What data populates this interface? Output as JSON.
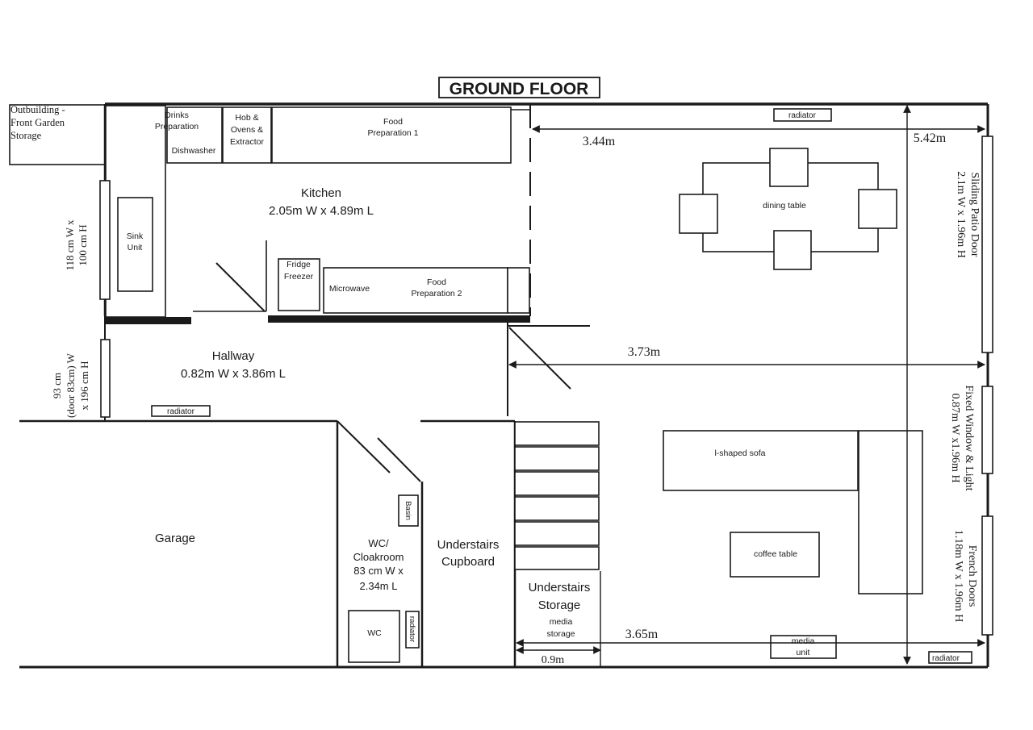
{
  "title": "GROUND FLOOR",
  "rooms": {
    "outbuilding": [
      "Outbuilding -",
      "Front Garden",
      "Storage"
    ],
    "kitchen": {
      "name": "Kitchen",
      "size": "2.05m W x 4.89m L"
    },
    "hallway": {
      "name": "Hallway",
      "size": "0.82m W x 3.86m L"
    },
    "garage": "Garage",
    "wc": [
      "WC/",
      "Cloakroom",
      "83 cm W x",
      "2.34m L"
    ],
    "understairs_cupboard": [
      "Understairs",
      "Cupboard"
    ],
    "understairs_storage": [
      "Understairs",
      "Storage"
    ]
  },
  "fixtures": {
    "drinks_preparation": [
      "Drinks",
      "Preparation"
    ],
    "dishwasher": "Dishwasher",
    "hob": [
      "Hob &",
      "Ovens &",
      "Extractor"
    ],
    "food_prep_1": [
      "Food",
      "Preparation 1"
    ],
    "sink_unit": [
      "Sink",
      "Unit"
    ],
    "fridge_freezer": [
      "Fridge",
      "Freezer"
    ],
    "microwave": "Microwave",
    "food_prep_2": [
      "Food",
      "Preparation 2"
    ],
    "basin": "Basin",
    "wc": "WC",
    "media_storage": [
      "media",
      "storage"
    ]
  },
  "furniture": {
    "dining_table": "dining table",
    "sofa": "l-shaped sofa",
    "coffee_table": "coffee table",
    "media_unit": [
      "media",
      "unit"
    ]
  },
  "radiator_label": "radiator",
  "dimensions": {
    "d344": "3.44m",
    "d542": "5.42m",
    "d373": "3.73m",
    "d365": "3.65m",
    "d09": "0.9m"
  },
  "openings": {
    "patio": [
      "Sliding Patio Door",
      "2.1m W x 1.96m H"
    ],
    "fixed_window": [
      "Fixed Window & Light",
      "0.87m W x1.96m H"
    ],
    "french": [
      "French Doors",
      "1.18m W x 1.96m H"
    ],
    "kitchen_window": [
      "118 cm W x",
      "100 cm H"
    ],
    "hall_window": [
      "93 cm",
      "(door 83cm) W",
      "x 196 cm H"
    ]
  }
}
